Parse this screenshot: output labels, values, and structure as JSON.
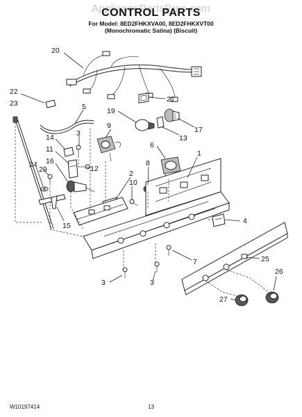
{
  "watermark": "AppliancePartsPros.com",
  "header": {
    "title": "CONTROL PARTS",
    "model_line": "For Model: 8ED2FHKXVA00, 8ED2FHKXVT00",
    "finish_line": "(Monochromatic Satina)  (Biscuit)"
  },
  "footer": {
    "doc_number": "W10197414",
    "page_number": "13"
  },
  "callouts": [
    "20",
    "22",
    "23",
    "21",
    "5",
    "19",
    "13",
    "17",
    "3",
    "9",
    "14",
    "11",
    "12",
    "16",
    "29",
    "24",
    "6",
    "1",
    "8",
    "2",
    "10",
    "15",
    "4",
    "25",
    "7",
    "26",
    "3",
    "3",
    "27"
  ]
}
